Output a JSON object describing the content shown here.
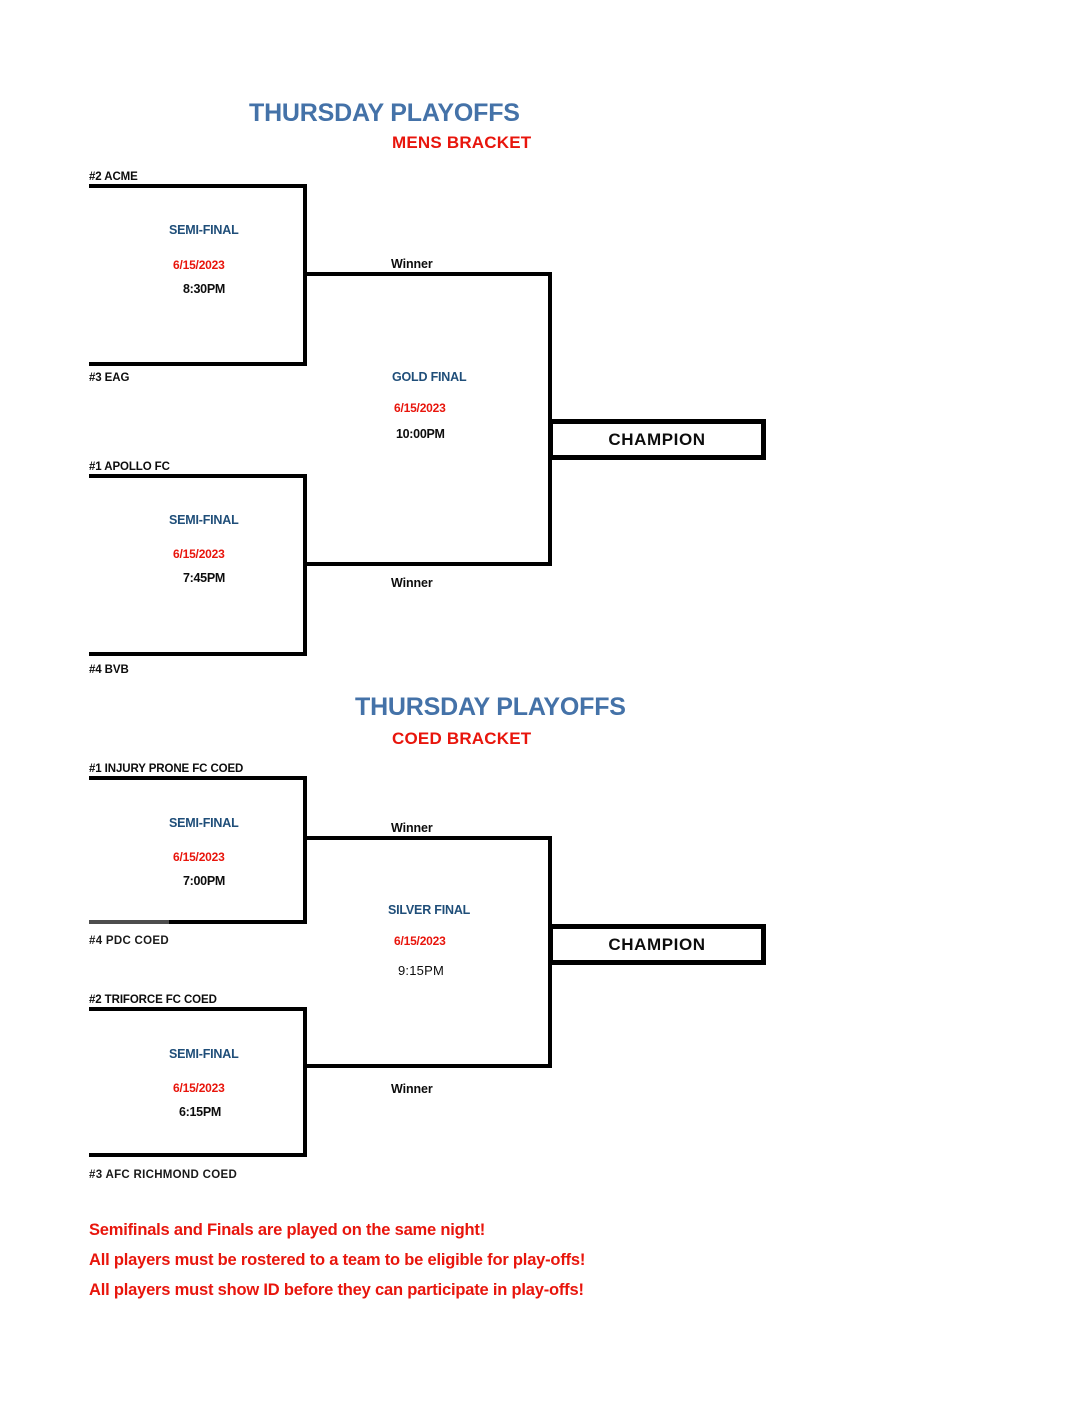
{
  "brackets": [
    {
      "id": "mens",
      "title": "THURSDAY PLAYOFFS",
      "subtitle": "MENS  BRACKET",
      "teams": {
        "top_seed_1": "#2 ACME",
        "top_seed_2": "#3 EAG",
        "bottom_seed_1": "#1 APOLLO FC",
        "bottom_seed_2": "#4 BVB"
      },
      "semifinal_top": {
        "round": "SEMI-FINAL",
        "date": "6/15/2023",
        "time": "8:30PM"
      },
      "semifinal_bottom": {
        "round": "SEMI-FINAL",
        "date": "6/15/2023",
        "time": "7:45PM"
      },
      "final": {
        "round": "GOLD FINAL",
        "date": "6/15/2023",
        "time": "10:00PM"
      },
      "winner_top_label": "Winner",
      "winner_bottom_label": "Winner",
      "champion_label": "CHAMPION"
    },
    {
      "id": "coed",
      "title": "THURSDAY PLAYOFFS",
      "subtitle": "COED BRACKET",
      "teams": {
        "top_seed_1": "#1 INJURY PRONE FC COED",
        "top_seed_2": "#4 PDC COED",
        "bottom_seed_1": "#2 TRIFORCE FC COED",
        "bottom_seed_2": "#3 AFC RICHMOND COED"
      },
      "semifinal_top": {
        "round": "SEMI-FINAL",
        "date": "6/15/2023",
        "time": "7:00PM"
      },
      "semifinal_bottom": {
        "round": "SEMI-FINAL",
        "date": "6/15/2023",
        "time": "6:15PM"
      },
      "final": {
        "round": "SILVER FINAL",
        "date": "6/15/2023",
        "time": "9:15PM"
      },
      "winner_top_label": "Winner",
      "winner_bottom_label": "Winner",
      "champion_label": "CHAMPION"
    }
  ],
  "notes": [
    "Semifinals and Finals are played on the same night!",
    "All players must be rostered to a team to be eligible for play-offs!",
    "All players must show ID before they can participate in play-offs!"
  ],
  "colors": {
    "title_blue": "#4472A8",
    "round_blue": "#1F4E79",
    "accent_red": "#E8150C",
    "line_black": "#000000"
  }
}
